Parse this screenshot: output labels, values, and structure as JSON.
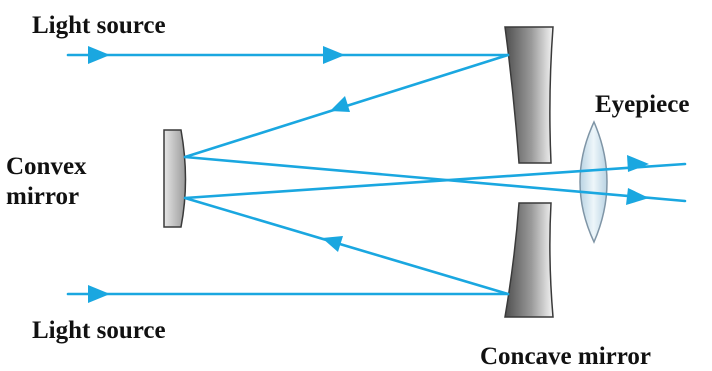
{
  "labels": {
    "light_source_top": "Light source",
    "light_source_bottom": "Light source",
    "convex_mirror_line1": "Convex",
    "convex_mirror_line2": "mirror",
    "eyepiece": "Eyepiece",
    "concave_mirror": "Concave mirror"
  },
  "colors": {
    "ray": "#1aa7e0",
    "text": "#111111",
    "mirror_dark": "#4f4f4f",
    "mirror_light": "#f4f4f4",
    "lens_fill": "#d7e7f0",
    "lens_stroke": "#7f95a6"
  }
}
